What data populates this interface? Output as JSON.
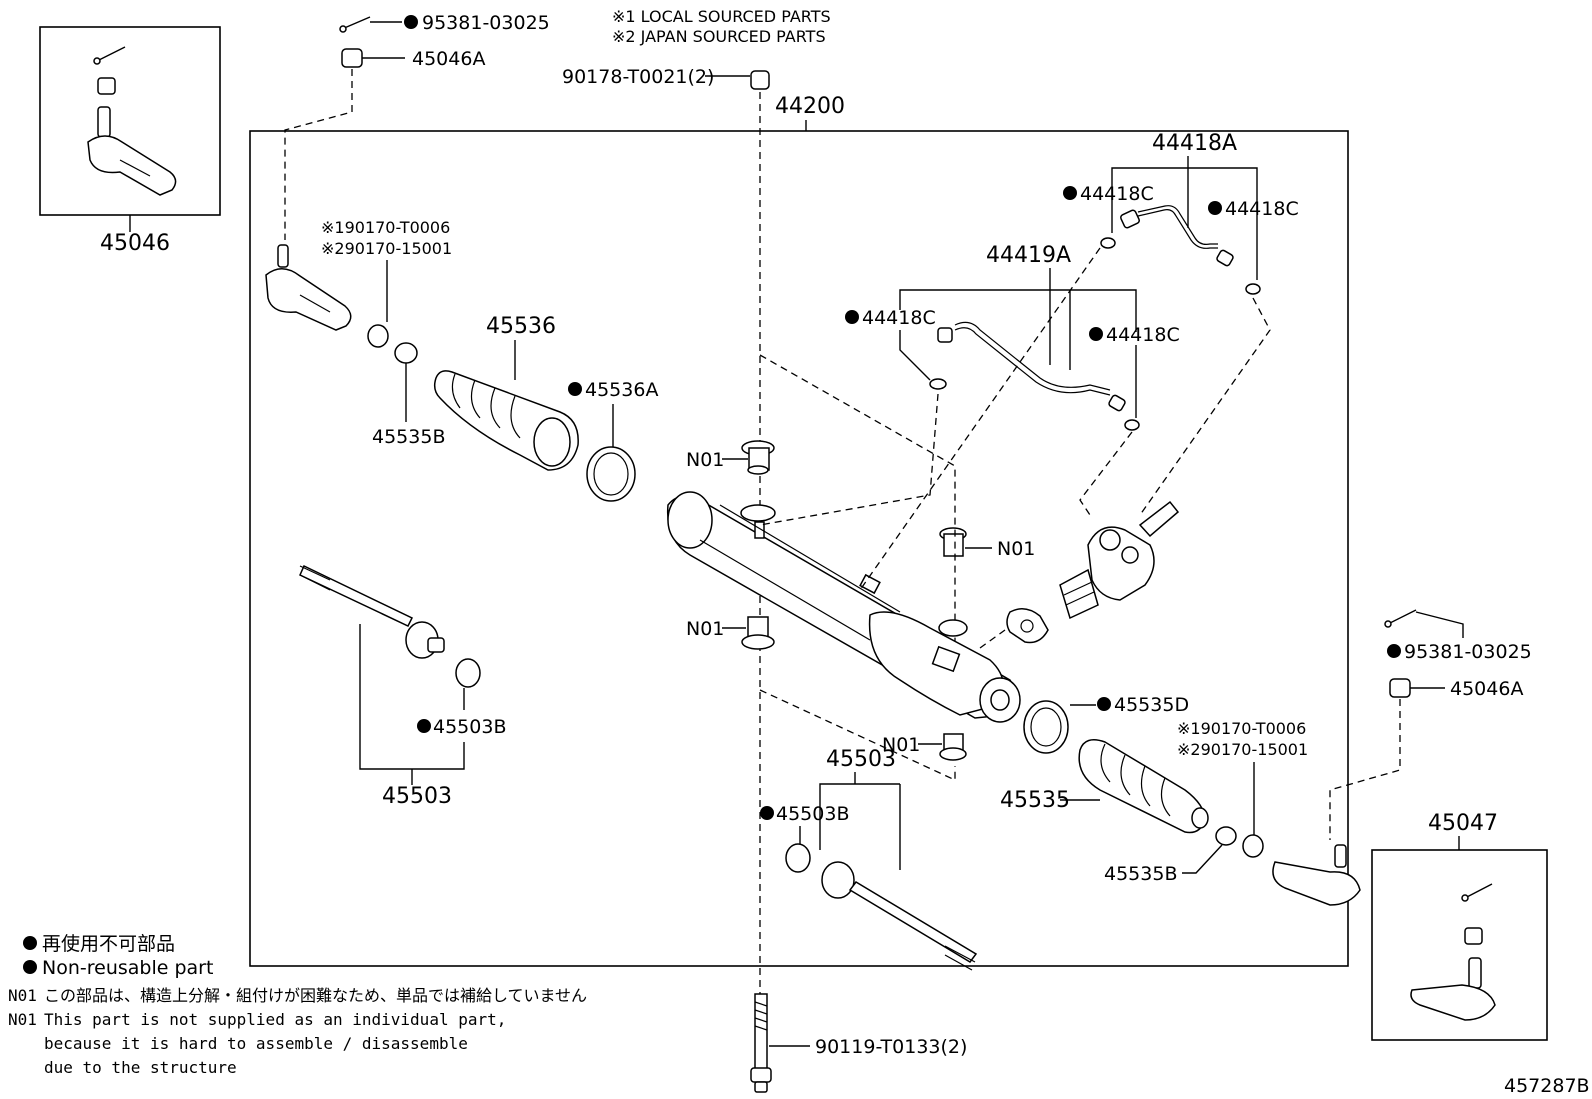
{
  "notes_top": {
    "local": "※1 LOCAL SOURCED PARTS",
    "japan": "※2 JAPAN SOURCED PARTS"
  },
  "assembly": {
    "label": "44200"
  },
  "callouts": {
    "pin_top": "95381-03025",
    "nut_top": "45046A",
    "bolt_top": "90178-T0021(2)",
    "box_left": "45046",
    "box_right": "45047",
    "tube_set_a": "44418A",
    "tube_set_b": "44419A",
    "oring_1": "44418C",
    "oring_2": "44418C",
    "oring_3": "44418C",
    "oring_4": "44418C",
    "local_part_left": "※190170-T0006",
    "japan_part_left": "※290170-15001",
    "boot_left": "45536",
    "clamp_left": "45536A",
    "clip_left": "45535B",
    "inner_rod_left": "45503",
    "washer_left": "45503B",
    "n01_a": "N01",
    "n01_b": "N01",
    "n01_c": "N01",
    "n01_d": "N01",
    "pin_right": "95381-03025",
    "nut_right": "45046A",
    "clamp_right": "45535D",
    "local_part_right": "※190170-T0006",
    "japan_part_right": "※290170-15001",
    "boot_right": "45535",
    "clip_right": "45535B",
    "inner_rod_right": "45503",
    "washer_right": "45503B",
    "bolt_bottom": "90119-T0133(2)"
  },
  "legend": {
    "jp_nonreusable": "再使用不可部品",
    "en_nonreusable": "Non-reusable part",
    "n01_code": "N01",
    "n01_jp": "この部品は、構造上分解・組付けが困難なため、単品では補給していません",
    "n01_en_1": "This part is not supplied as an individual part,",
    "n01_en_2": "because it is hard to assemble / disassemble",
    "n01_en_3": "due to the structure"
  },
  "figure_id": "457287B",
  "icons": [
    "non-reusable-dot-icon",
    "cotter-pin-icon",
    "castle-nut-icon",
    "tie-rod-end-icon",
    "bellows-boot-icon",
    "clamp-icon",
    "inner-tie-rod-icon",
    "steering-rack-housing-icon",
    "pinion-valve-icon",
    "pressure-tube-icon",
    "o-ring-icon",
    "bushing-icon",
    "bolt-icon"
  ]
}
